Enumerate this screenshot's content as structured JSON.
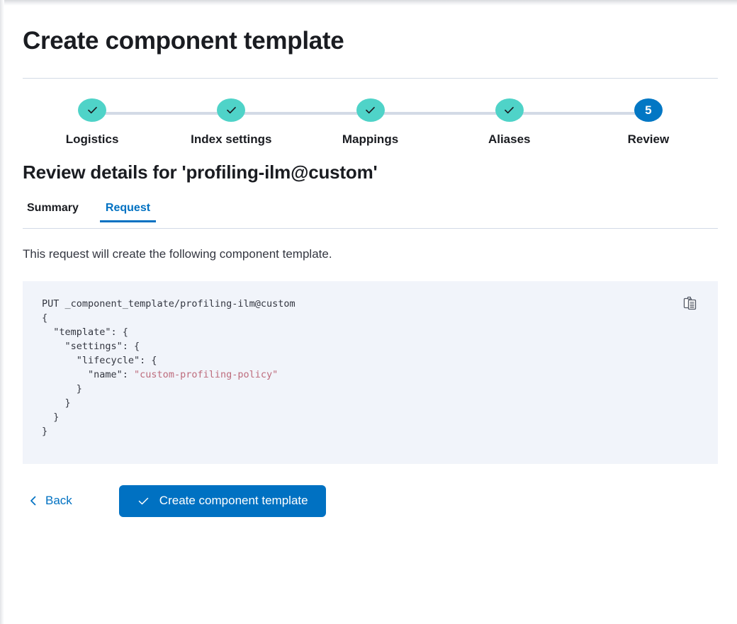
{
  "page": {
    "title": "Create component template",
    "section_title": "Review details for 'profiling-ilm@custom'"
  },
  "stepper": {
    "steps": [
      {
        "label": "Logistics",
        "state": "complete",
        "number": "1",
        "icon": "check-icon"
      },
      {
        "label": "Index settings",
        "state": "complete",
        "number": "2",
        "icon": "check-icon"
      },
      {
        "label": "Mappings",
        "state": "complete",
        "number": "3",
        "icon": "check-icon"
      },
      {
        "label": "Aliases",
        "state": "complete",
        "number": "4",
        "icon": "check-icon"
      },
      {
        "label": "Review",
        "state": "current",
        "number": "5",
        "icon": ""
      }
    ],
    "colors": {
      "complete": "#4fd3c8",
      "current": "#0277c4",
      "connector": "#d3dae6"
    }
  },
  "tabs": [
    {
      "label": "Summary",
      "active": false
    },
    {
      "label": "Request",
      "active": true
    }
  ],
  "content": {
    "description": "This request will create the following component template.",
    "code": {
      "line1": "PUT _component_template/profiling-ilm@custom",
      "line2": "{",
      "line3": "  \"template\": {",
      "line4": "    \"settings\": {",
      "line5": "      \"lifecycle\": {",
      "line6_key": "        \"name\": ",
      "line6_value": "\"custom-profiling-policy\"",
      "line7": "      }",
      "line8": "    }",
      "line9": "  }",
      "line10": "}",
      "copy_icon": "copy-icon",
      "background": "#f1f4fa",
      "string_color": "#bd6b7c"
    }
  },
  "footer": {
    "back_label": "Back",
    "back_icon": "chevron-left-icon",
    "submit_label": "Create component template",
    "submit_icon": "check-icon",
    "accent": "#0071c2"
  }
}
